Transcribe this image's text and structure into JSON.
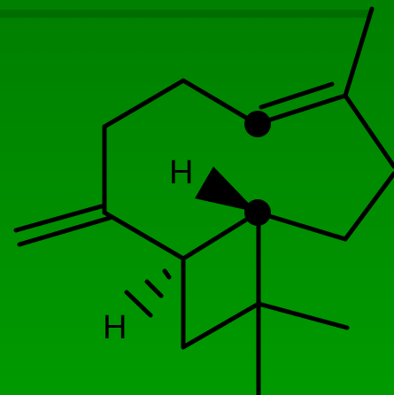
{
  "diagram": {
    "type": "skeletal-structure",
    "background_color": "#008a00",
    "line_color": "#000000",
    "atom_labels": [
      {
        "id": "h-upper",
        "text": "H"
      },
      {
        "id": "h-lower",
        "text": "H"
      }
    ],
    "stereo_bonds": [
      {
        "id": "wedge",
        "kind": "wedge"
      },
      {
        "id": "hash",
        "kind": "hash"
      }
    ]
  }
}
